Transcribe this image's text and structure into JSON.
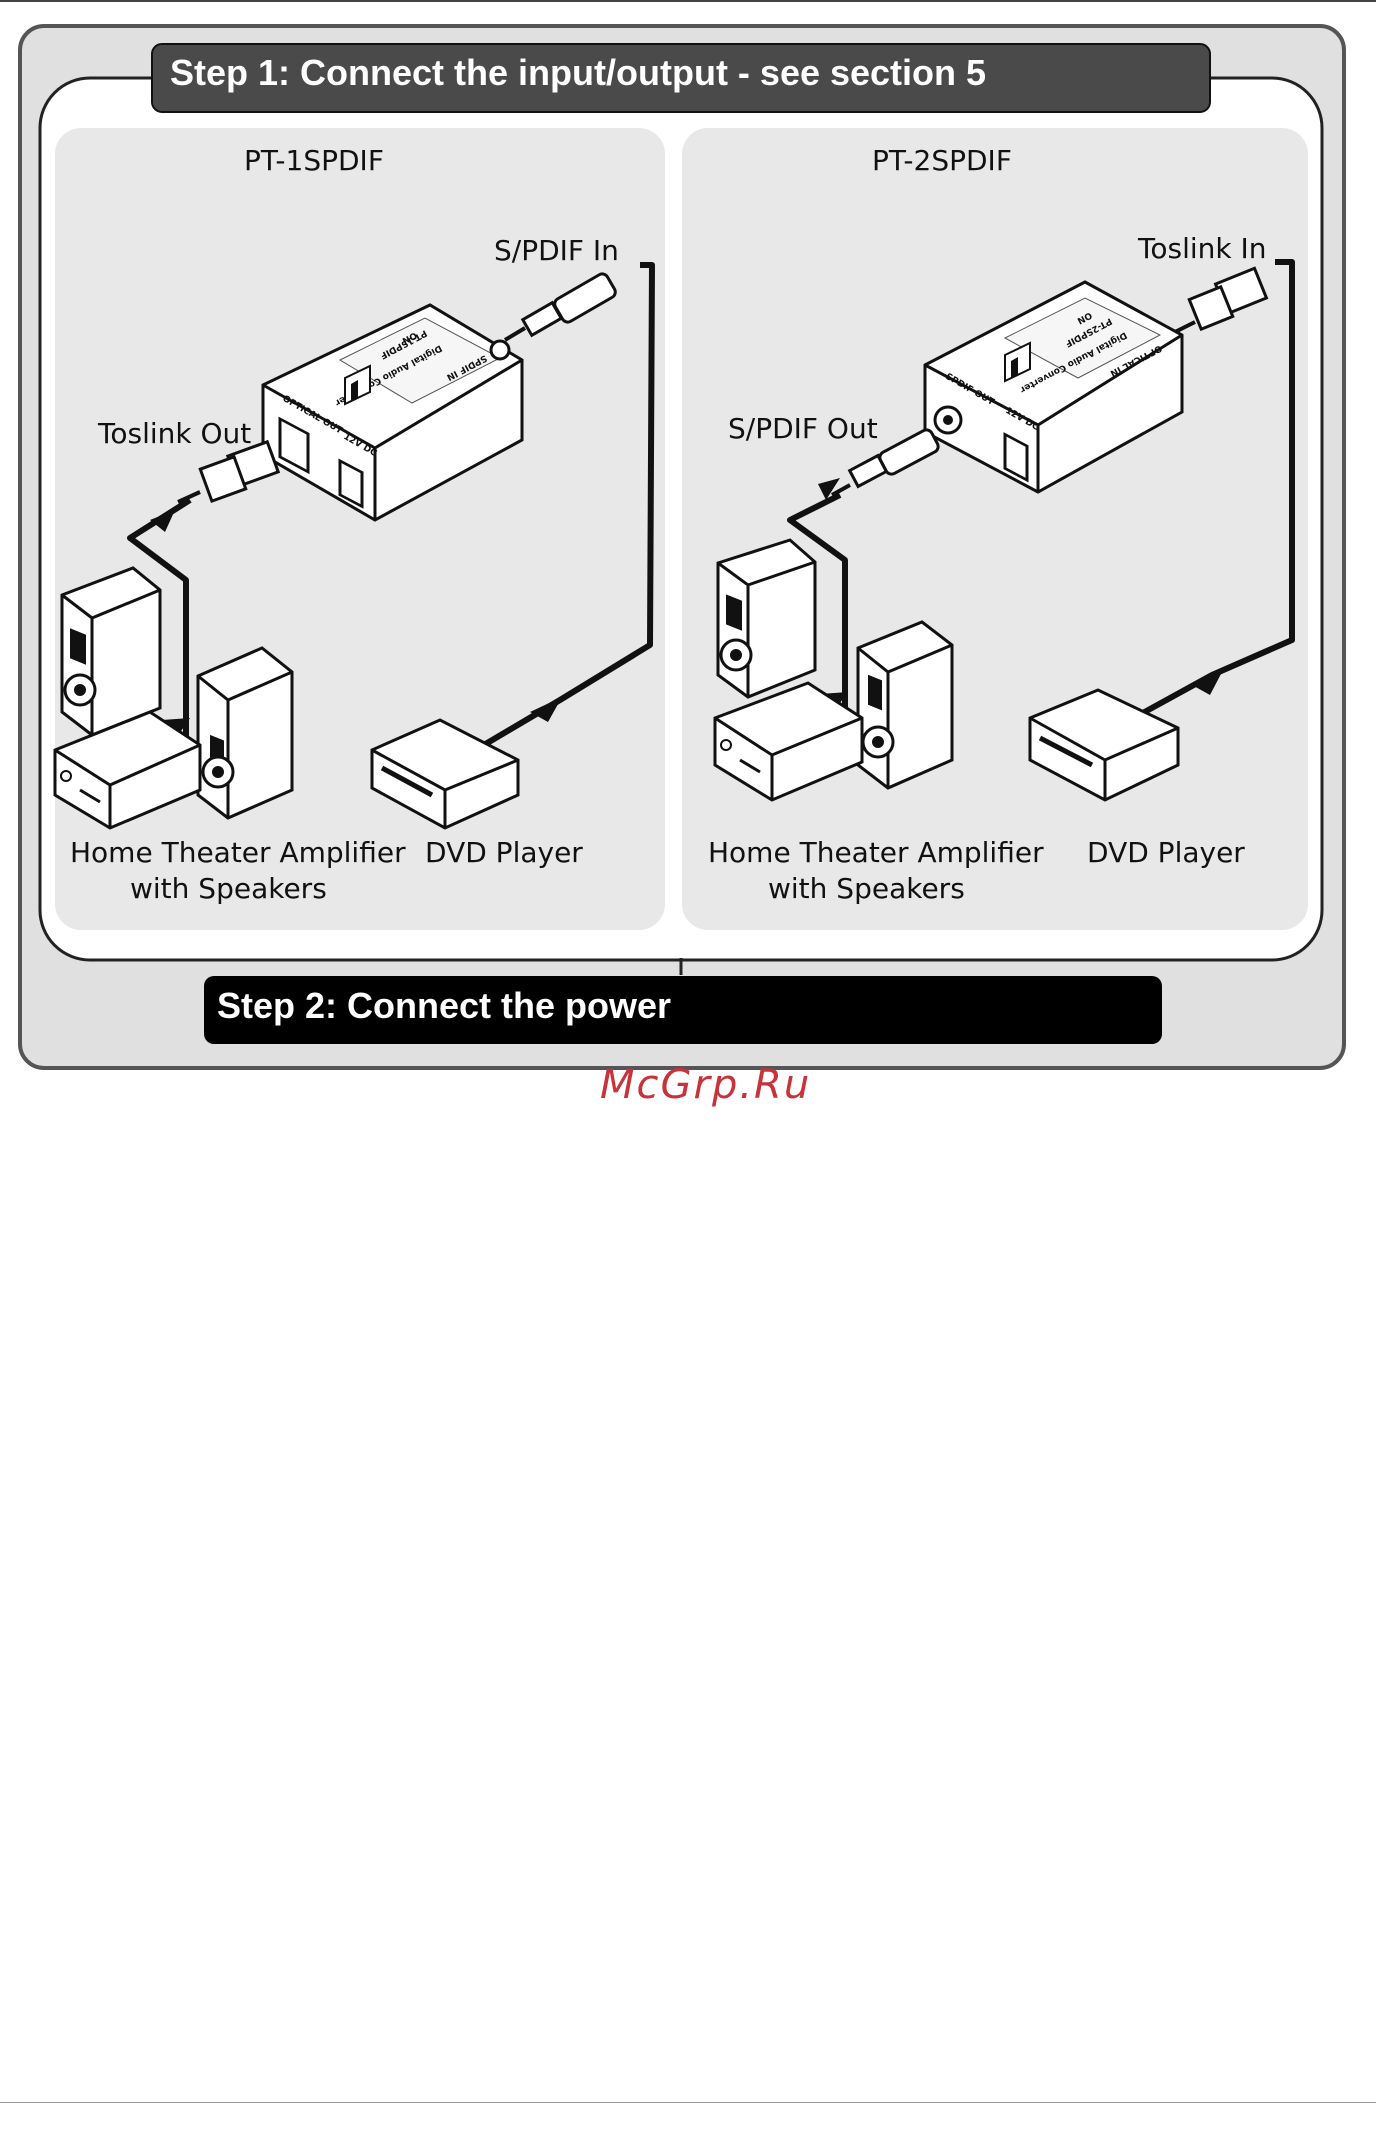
{
  "step1": {
    "title": "Step 1: Connect the input/output - see section 5"
  },
  "step2": {
    "title": "Step 2: Connect the power"
  },
  "left_panel": {
    "model": "PT-1SPDIF",
    "input_label": "S/PDIF In",
    "output_label": "Toslink Out",
    "amp_label_line1": "Home Theater Amplifier",
    "amp_label_line2": "with Speakers",
    "source_label": "DVD  Player",
    "device_panel": {
      "model_text": "PT-1SPDIF",
      "desc_text": "Digital Audio Converter",
      "on_text": "ON",
      "in_text": "SPDIF IN",
      "out_text": "OPTICAL OUT",
      "dc_text": "12V DC"
    }
  },
  "right_panel": {
    "model": "PT-2SPDIF",
    "input_label": "Toslink In",
    "output_label": "S/PDIF Out",
    "amp_label_line1": "Home Theater Amplifier",
    "amp_label_line2": "with Speakers",
    "source_label": "DVD  Player",
    "device_panel": {
      "model_text": "PT-2SPDIF",
      "desc_text": "Digital Audio Converter",
      "on_text": "ON",
      "in_text": "OPTICAL IN",
      "out_text": "SPDIF OUT",
      "dc_text": "12V DC"
    }
  },
  "watermark": "McGrp.Ru",
  "colors": {
    "frame_bg": "#e0e0e0",
    "panel_bg": "#e8e8e8",
    "step1_header": "#4a4a4a",
    "step2_header": "#000000",
    "watermark": "#c8323a"
  }
}
